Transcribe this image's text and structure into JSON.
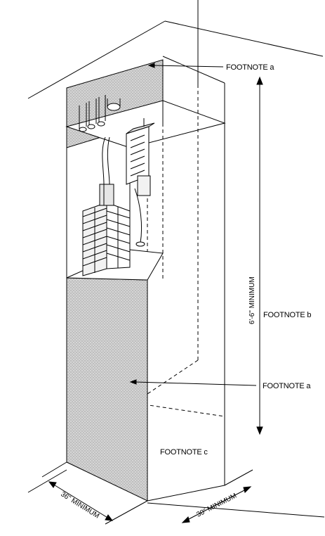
{
  "labels": {
    "footnote_a_top": "FOOTNOTE a",
    "footnote_b": "FOOTNOTE b",
    "footnote_a_mid": "FOOTNOTE a",
    "footnote_c": "FOOTNOTE c"
  },
  "dimensions": {
    "height": "6'-6\" MINIMUM",
    "width": "30\" MINIMUM",
    "depth": "36\" MINIMUM"
  },
  "colors": {
    "line": "#000000",
    "stipple": "#bdbdbd",
    "background": "#ffffff"
  }
}
